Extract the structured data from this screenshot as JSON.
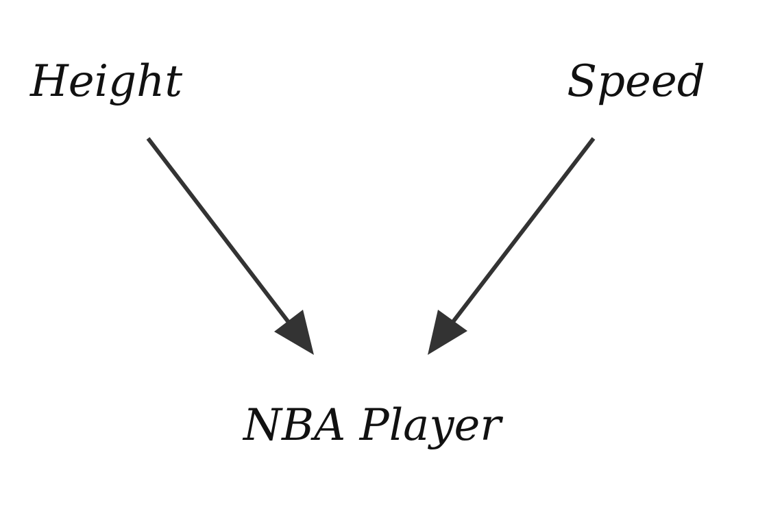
{
  "diagram": {
    "nodes": {
      "height": "Height",
      "speed": "Speed",
      "nba_player": "NBA Player"
    },
    "edges": [
      {
        "from": "Height",
        "to": "NBA Player"
      },
      {
        "from": "Speed",
        "to": "NBA Player"
      }
    ],
    "colors": {
      "text": "#111111",
      "arrow": "#333333",
      "background": "#ffffff"
    }
  }
}
